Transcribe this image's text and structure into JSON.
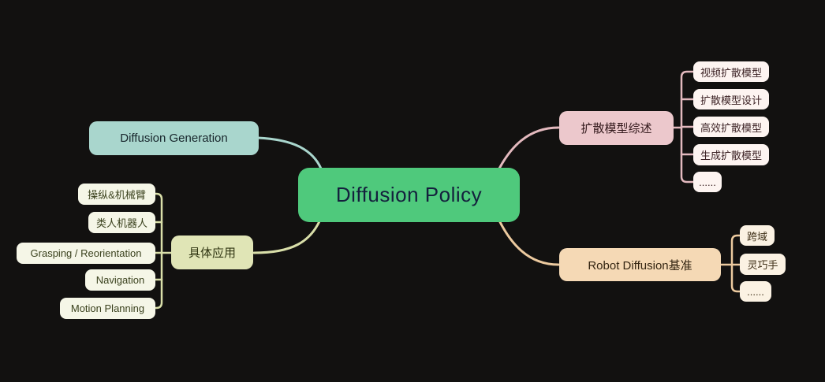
{
  "root": {
    "label": "Diffusion Policy"
  },
  "branches": [
    {
      "label": "Diffusion Generation",
      "fill": "#a9d6cd",
      "children": []
    },
    {
      "label": "扩散模型综述",
      "fill": "#ecc8cc",
      "children": [
        "视频扩散模型",
        "扩散模型设计",
        "高效扩散模型",
        "生成扩散模型",
        "......"
      ]
    },
    {
      "label": "Robot Diffusion基准",
      "fill": "#f5d9b5",
      "children": [
        "跨域",
        "灵巧手",
        "......"
      ]
    },
    {
      "label": "具体应用",
      "fill": "#e0e5b6",
      "children": [
        "操纵&机械臂",
        "类人机器人",
        "Grasping / Reorientation",
        "Navigation",
        "Motion Planning"
      ]
    }
  ],
  "colors": {
    "background": "#121110",
    "root_fill": "#4fc97c",
    "root_text": "#14203d",
    "generation_text": "#18262c",
    "generation_line": "#a9d6cd",
    "survey_text": "#33191c",
    "survey_line": "#e3b9be",
    "survey_child_fill": "#fdf4f1",
    "survey_child_text": "#3d2326",
    "benchmark_text": "#332512",
    "benchmark_line": "#ecca9f",
    "benchmark_child_fill": "#fbf2e3",
    "benchmark_child_text": "#41321a",
    "applications_text": "#2f3512",
    "applications_line": "#d9dfa9",
    "applications_child_fill": "#f5f6e7",
    "applications_child_text": "#3a411d"
  }
}
